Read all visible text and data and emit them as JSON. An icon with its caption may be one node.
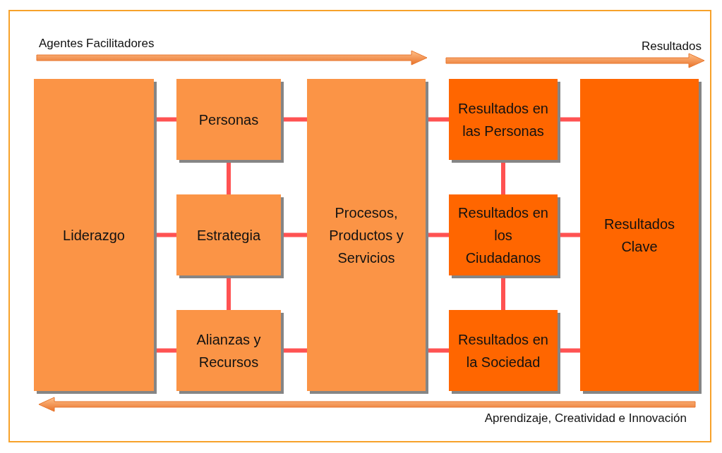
{
  "diagram": {
    "nodes": [
      {
        "text": [
          "Liderazgo"
        ]
      },
      {
        "text": [
          "Personas"
        ]
      },
      {
        "text": [
          "Estrategia"
        ]
      },
      {
        "text": [
          "Alianzas y Recursos"
        ]
      },
      {
        "text": [
          "Procesos, Productos y Servicios"
        ]
      },
      {
        "text": [
          "Resultados en las Personas"
        ]
      },
      {
        "text": [
          "Resultados en los Ciudadanos"
        ]
      },
      {
        "text": [
          "Resultados en la Sociedad"
        ]
      },
      {
        "text": [
          "Resultados Clave"
        ]
      }
    ],
    "edges": [
      {
        "from": 0,
        "to": 1,
        "arrow": "none"
      },
      {
        "from": 0,
        "to": 2,
        "arrow": "none"
      },
      {
        "from": 0,
        "to": 3,
        "arrow": "none"
      },
      {
        "from": 1,
        "to": 2,
        "arrow": "none"
      },
      {
        "from": 2,
        "to": 3,
        "arrow": "none"
      },
      {
        "from": 1,
        "to": 4,
        "arrow": "none"
      },
      {
        "from": 2,
        "to": 4,
        "arrow": "none"
      },
      {
        "from": 3,
        "to": 4,
        "arrow": "none"
      },
      {
        "from": 4,
        "to": 5,
        "arrow": "none"
      },
      {
        "from": 4,
        "to": 6,
        "arrow": "none"
      },
      {
        "from": 4,
        "to": 7,
        "arrow": "none"
      },
      {
        "from": 5,
        "to": 6,
        "arrow": "none"
      },
      {
        "from": 6,
        "to": 7,
        "arrow": "none"
      },
      {
        "from": 5,
        "to": 8,
        "arrow": "none"
      },
      {
        "from": 6,
        "to": 8,
        "arrow": "none"
      },
      {
        "from": 7,
        "to": 8,
        "arrow": "none"
      }
    ],
    "labels": [
      "Agentes Facilitadores",
      "Resultados",
      "Aprendizaje, Creatividad e Innovación"
    ]
  }
}
